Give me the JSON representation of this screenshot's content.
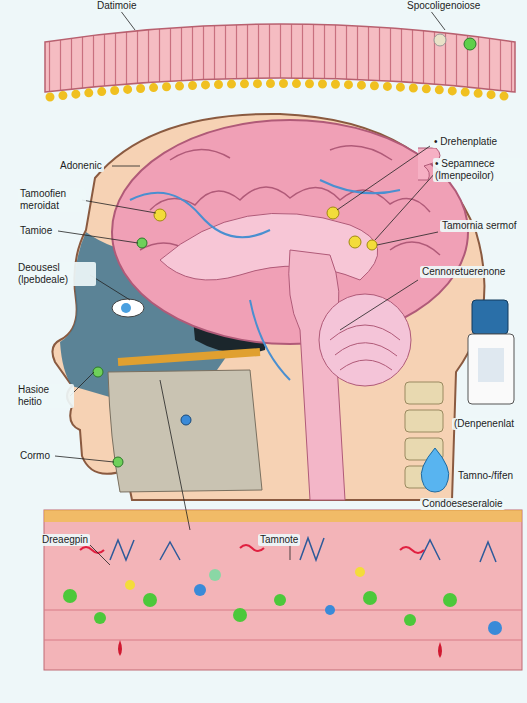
{
  "diagram": {
    "labels": [
      "Datimoie",
      "Spocoligenoiose",
      "Adonenic",
      "Tamoofien meroidat",
      "Tamioe",
      "Deousesl (lpebdeale)",
      "Hasioe heitio",
      "Cormo",
      "• Drehenplatie",
      "• Sepamnece (Imenpeoilor)",
      "Tamornia sermof",
      "Cennoretuerenone",
      "(Denpenenlat",
      "Tamno-/fifen",
      "Condoeseseraloie",
      "Dreaegpin",
      "Tamnote"
    ]
  }
}
